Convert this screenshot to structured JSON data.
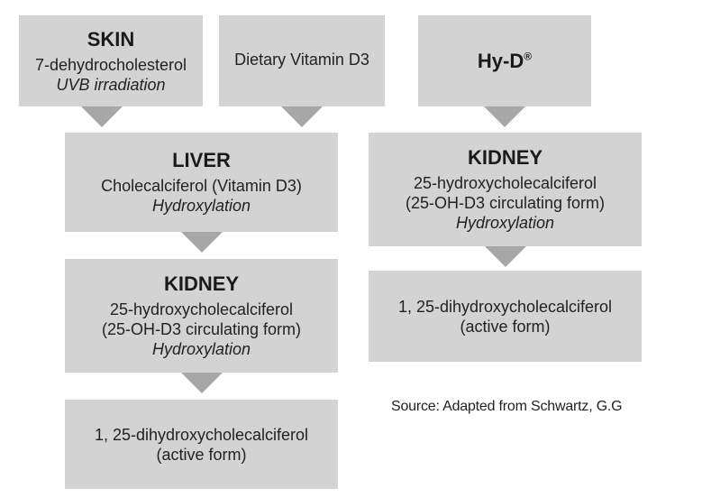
{
  "skin": {
    "title": "SKIN",
    "line1": "7-dehydrocholesterol",
    "process": "UVB irradiation"
  },
  "dietary": {
    "line1": "Dietary Vitamin D3"
  },
  "hyd": {
    "title": "Hy-D",
    "mark": "®"
  },
  "liver": {
    "title": "LIVER",
    "line1": "Cholecalciferol (Vitamin D3)",
    "process": "Hydroxylation"
  },
  "kidney_left": {
    "title": "KIDNEY",
    "line1": "25-hydroxycholecalciferol",
    "line2": "(25-OH-D3 circulating form)",
    "process": "Hydroxylation"
  },
  "active_left": {
    "line1": "1, 25-dihydroxycholecalciferol",
    "line2": "(active form)"
  },
  "kidney_right": {
    "title": "KIDNEY",
    "line1": "25-hydroxycholecalciferol",
    "line2": "(25-OH-D3 circulating form)",
    "process": "Hydroxylation"
  },
  "active_right": {
    "line1": "1, 25-dihydroxycholecalciferol",
    "line2": "(active form)"
  },
  "source": "Source: Adapted from Schwartz, G.G",
  "colors": {
    "box_fill": "#d3d3d3",
    "arrow_fill": "#a7a7a7"
  }
}
